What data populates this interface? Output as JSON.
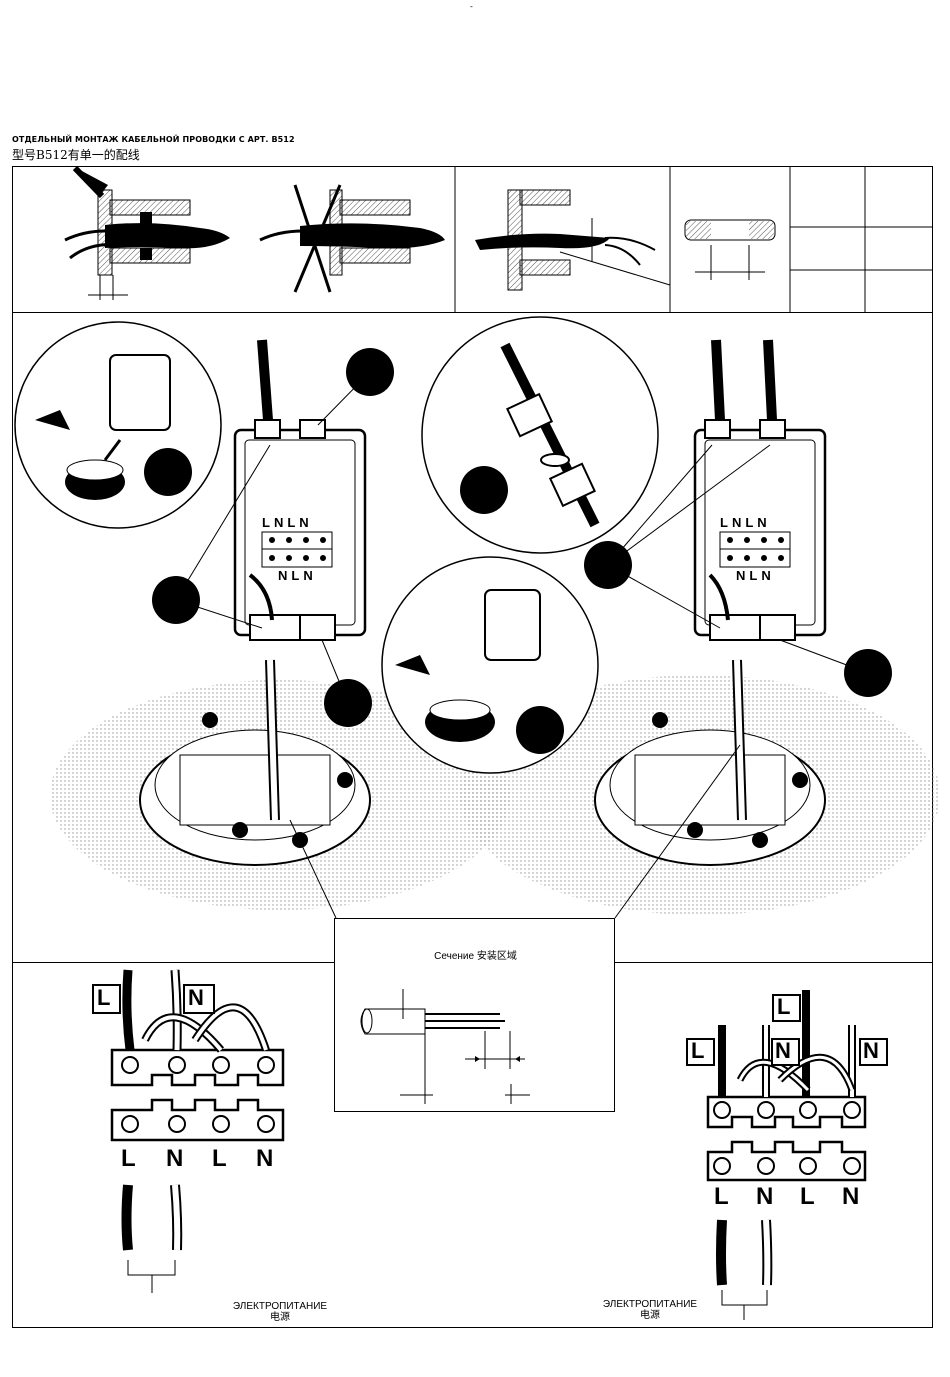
{
  "header": {
    "top_mark": "-",
    "title_ru": "ОТДЕЛЬНЫЙ МОНТАЖ КАБЕЛЬНОЙ ПРОВОДКИ С АРТ. B512",
    "title_cn": "型号B512有单一的配线"
  },
  "section_panel": {
    "title": "Сечение  安装区域"
  },
  "terminal_left": {
    "tags": [
      "L",
      "N"
    ],
    "bottom_labels": [
      "L",
      "N",
      "L",
      "N"
    ]
  },
  "terminal_right": {
    "tags": [
      "L",
      "N",
      "L",
      "N"
    ],
    "bottom_labels": [
      "L",
      "N",
      "L",
      "N"
    ]
  },
  "junction_box": {
    "top_labels": [
      "L",
      "N",
      "L",
      "N"
    ],
    "bottom_labels": [
      "N",
      "L",
      "N"
    ]
  },
  "power_left": {
    "ru": "ЭЛЕКТРОПИТАНИЕ",
    "cn": "电源"
  },
  "power_right": {
    "ru": "ЭЛЕКТРОПИТАНИЕ",
    "cn": "电源"
  },
  "colors": {
    "ink": "#000000",
    "hatch": "#555555",
    "paper": "#ffffff"
  }
}
